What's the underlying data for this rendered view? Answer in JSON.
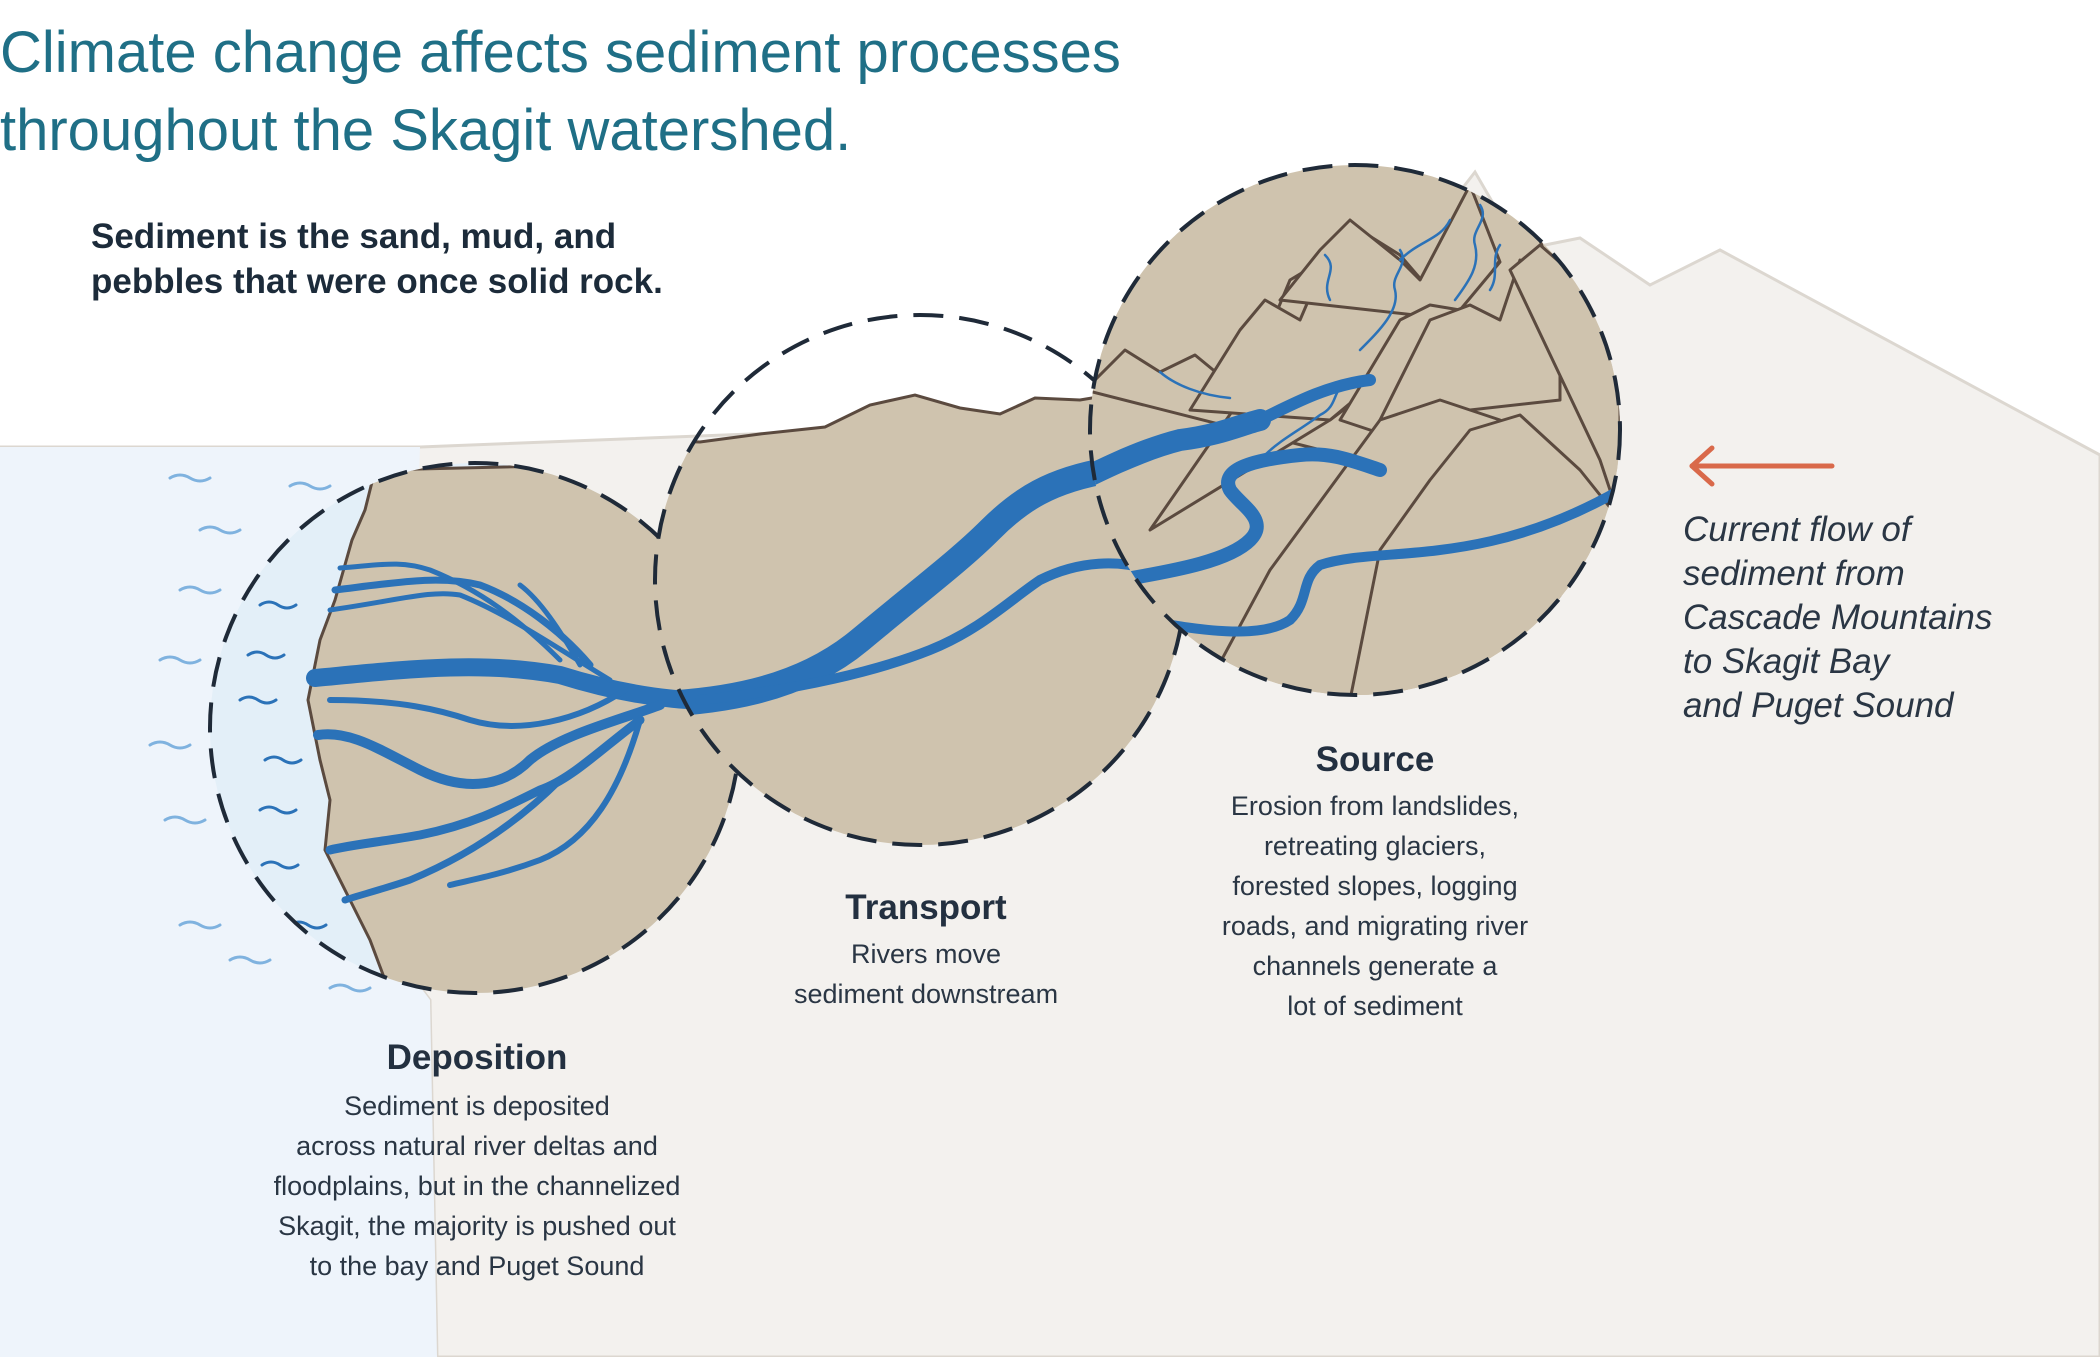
{
  "title": "Climate change affects sediment processes\nthroughout the Skagit watershed.",
  "subtitle": "Sediment is the sand, mud, and\npebbles that were once solid rock.",
  "stages": {
    "deposition": {
      "label": "Deposition",
      "description": "Sediment is deposited\nacross natural river deltas and\nfloodplains, but in the channelized\nSkagit, the majority is pushed out\nto the bay and Puget Sound"
    },
    "transport": {
      "label": "Transport",
      "description": "Rivers move\nsediment downstream"
    },
    "source": {
      "label": "Source",
      "description": "Erosion from landslides,\nretreating glaciers,\nforested slopes, logging\nroads, and migrating river\nchannels generate a\nlot of sediment"
    }
  },
  "flow_note": "Current flow of\nsediment from\nCascade Mountains\nto Skagit Bay\nand Puget Sound",
  "colors": {
    "title": "#1f6f86",
    "land": "#cfc3ae",
    "background_land": "#f3f1ee",
    "water": "#e3eff8",
    "river": "#2b72b8",
    "outline": "#5b4a3f",
    "dash_circle": "#1f2a38",
    "arrow": "#d9694a"
  },
  "icons": {
    "arrow": "left-arrow-icon",
    "waves": "wave-icon"
  }
}
